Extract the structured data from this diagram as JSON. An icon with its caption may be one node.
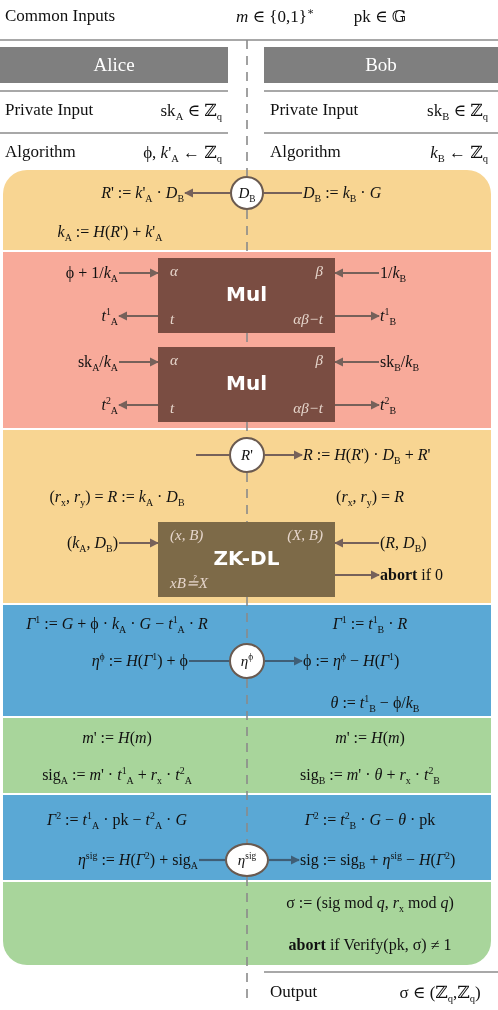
{
  "diagram": {
    "nodes": [
      {
        "text": [
          "Alice"
        ]
      },
      {
        "text": [
          "Bob"
        ]
      },
      {
        "text": [
          "*k*$_{A}$ := *H*(*R*') + *k*'$_{A}$"
        ]
      },
      {
        "text": [
          "*R*' := *k*'$_{A}$ · *D*$_{B}$"
        ],
        "in": 2
      },
      {
        "text": [
          "*D*$_{B}$"
        ],
        "in": 2
      },
      {
        "text": [
          "*D*$_{B}$ := *k*$_{B}$ · *G*"
        ],
        "in": 2
      },
      {
        "text": [],
        "shape": "box"
      },
      {
        "text": [
          "α",
          "β",
          "Mul",
          "t",
          "αβ−t"
        ],
        "in": 6
      },
      {
        "text": [
          "ϕ + 1/*k*$_{A}$"
        ],
        "in": 6
      },
      {
        "text": [
          "1/*k*$_{B}$"
        ],
        "in": 6
      },
      {
        "text": [
          "*t*$^{1}$$_{A}$"
        ],
        "in": 6
      },
      {
        "text": [
          "*t*$^{1}$$_{B}$"
        ],
        "in": 6
      },
      {
        "text": [
          "α",
          "β",
          "Mul",
          "t",
          "αβ−t"
        ],
        "in": 6
      },
      {
        "text": [
          "sk$_{A}$/*k*$_{A}$"
        ],
        "in": 6
      },
      {
        "text": [
          "sk$_{B}$/*k*$_{B}$"
        ],
        "in": 6
      },
      {
        "text": [
          "*t*$^{2}$$_{A}$"
        ],
        "in": 6
      },
      {
        "text": [
          "*t*$^{2}$$_{B}$"
        ],
        "in": 6
      },
      {
        "text": [
          "(*r*$_{x}$, *r*$_{y}$) = *R* := *k*$_{A}$ · *D*$_{B}$",
          "(*r*$_{x}$, *r*$_{y}$) = *R*"
        ]
      },
      {
        "text": [
          "*R*'"
        ],
        "in": 17
      },
      {
        "text": [
          "*R* := *H*(*R*') · *D*$_{B}$ + *R*'"
        ],
        "in": 17
      },
      {
        "text": [
          "(x, B)",
          "(X, B)",
          "ZK-DL",
          "xB≟X"
        ],
        "in": 17
      },
      {
        "text": [
          "(*k*$_{A}$, *D*$_{B}$)"
        ],
        "in": 17
      },
      {
        "text": [
          "(*R*, *D*$_{B}$)"
        ],
        "in": 17
      },
      {
        "text": [
          "**abort** if 0"
        ],
        "in": 17
      },
      {
        "text": [
          "*Γ*$^{1}$ := *G* + ϕ · *k*$_{A}$ · *G* − *t*$^{1}$$_{A}$ · *R*",
          "*Γ*$^{1}$ := *t*$^{1}$$_{B}$ · *R*",
          "*θ* := *t*$^{1}$$_{B}$ − ϕ/*k*$_{B}$"
        ]
      },
      {
        "text": [
          "*η*$^{ϕ}$ := *H*(*Γ*$^{1}$) + ϕ"
        ],
        "in": 24
      },
      {
        "text": [
          "*η*$^{ϕ}$"
        ],
        "in": 24
      },
      {
        "text": [
          "ϕ := *η*$^{ϕ}$ − *H*(*Γ*$^{1}$)"
        ],
        "in": 24
      },
      {
        "text": [
          "*m*' := *H*(*m*)",
          "*m*' := *H*(*m*)",
          "sig$_{A}$ := *m*' · *t*$^{1}$$_{A}$ + *r*$_{x}$ · *t*$^{2}$$_{A}$",
          "sig$_{B}$ := *m*' · *θ* + *r*$_{x}$ · *t*$^{2}$$_{B}$"
        ]
      },
      {
        "text": [
          "*Γ*$^{2}$ := *t*$^{1}$$_{A}$ · pk − *t*$^{2}$$_{A}$ · *G*",
          "*Γ*$^{2}$ := *t*$^{2}$$_{B}$ · *G* − *θ* · pk"
        ]
      },
      {
        "text": [
          "*η*$^{sig}$ := *H*(*Γ*$^{2}$) + sig$_{A}$"
        ],
        "in": 29
      },
      {
        "text": [
          "*η*$^{sig}$"
        ],
        "in": 29
      },
      {
        "text": [
          "sig := sig$_{B}$ + *η*$^{sig}$ − *H*(*Γ*$^{2}$)"
        ],
        "in": 29
      },
      {
        "text": [
          "σ := (sig mod *q*, *r*$_{x}$ mod *q*)",
          "**abort** if Verify(pk, σ) ≠ 1"
        ]
      }
    ],
    "edges": [
      {
        "from": 5,
        "to": 4,
        "arrow": "none"
      },
      {
        "from": 4,
        "to": 3,
        "arrow": "to"
      },
      {
        "from": 8,
        "to": 7,
        "arrow": "to"
      },
      {
        "from": 9,
        "to": 7,
        "arrow": "to"
      },
      {
        "from": 7,
        "to": 10,
        "arrow": "to"
      },
      {
        "from": 7,
        "to": 11,
        "arrow": "to"
      },
      {
        "from": 13,
        "to": 12,
        "arrow": "to"
      },
      {
        "from": 14,
        "to": 12,
        "arrow": "to"
      },
      {
        "from": 12,
        "to": 15,
        "arrow": "to"
      },
      {
        "from": 12,
        "to": 16,
        "arrow": "to"
      },
      {
        "from": null,
        "to": 18,
        "arrow": "none"
      },
      {
        "from": 18,
        "to": 19,
        "arrow": "to"
      },
      {
        "from": 21,
        "to": 20,
        "arrow": "to"
      },
      {
        "from": 22,
        "to": 20,
        "arrow": "to"
      },
      {
        "from": 20,
        "to": 23,
        "arrow": "to"
      },
      {
        "from": 25,
        "to": 26,
        "arrow": "none",
        "color": "#3f5e76"
      },
      {
        "from": 26,
        "to": 27,
        "arrow": "to",
        "color": "#3f5e76"
      },
      {
        "from": 30,
        "to": 31,
        "arrow": "none",
        "color": "#3f5e76"
      },
      {
        "from": 31,
        "to": 32,
        "arrow": "to",
        "color": "#3f5e76"
      }
    ],
    "labels": [
      "Common Inputs",
      "*m* ∈ {0,1}$^{∗}$",
      "pk ∈ 𝔾",
      "Private Input",
      "sk$_{A}$ ∈ ℤ$_{q}$",
      "Private Input",
      "sk$_{B}$ ∈ ℤ$_{q}$",
      "Algorithm",
      "ϕ, *k*'$_{A}$ ← ℤ$_{q}$",
      "Algorithm",
      "*k*$_{B}$ ← ℤ$_{q}$",
      "Output",
      "σ ∈ (ℤ$_{q}$,ℤ$_{q}$)"
    ]
  }
}
